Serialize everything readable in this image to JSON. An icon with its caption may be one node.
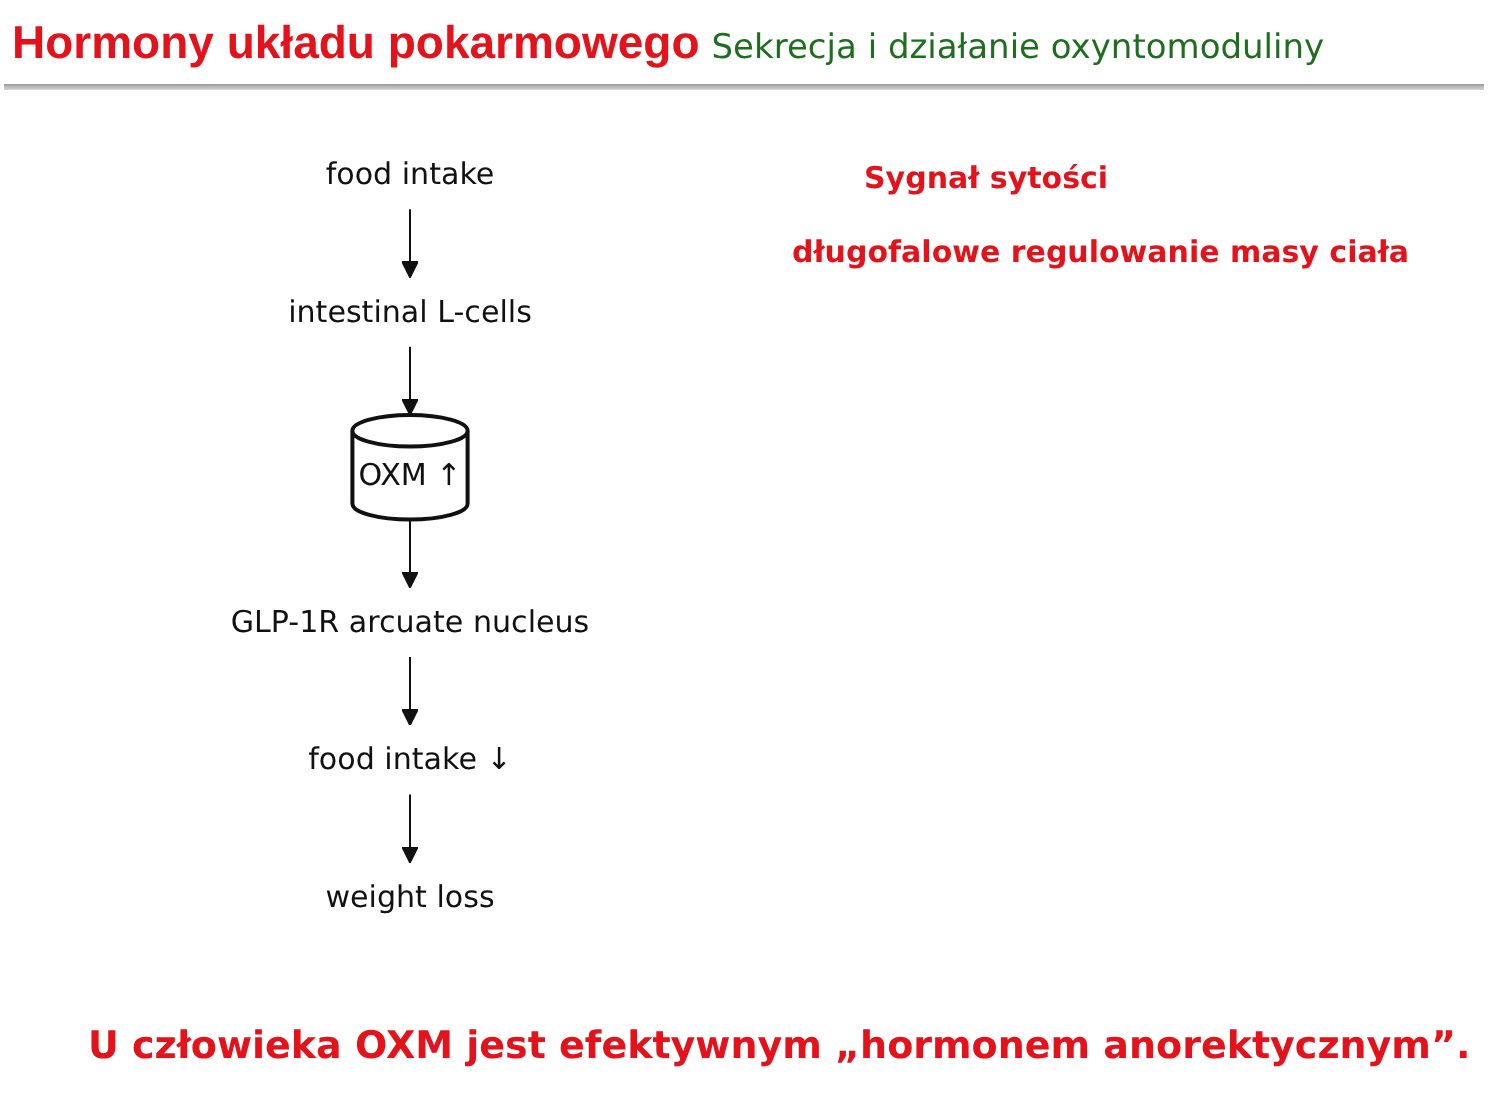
{
  "diagram": {
    "title": "Hormony układu pokarmowego",
    "caption": "U człowieka OXM jest efektywnym „hormonem anorektycznym”.",
    "nodes": [
      {
        "text": [
          "food intake"
        ]
      },
      {
        "text": [
          "intestinal L-cells"
        ]
      },
      {
        "text": [
          "OXM ↑"
        ]
      },
      {
        "text": [
          "GLP-1R arcuate nucleus"
        ]
      },
      {
        "text": [
          "food intake ↓"
        ]
      },
      {
        "text": [
          "weight loss"
        ]
      }
    ],
    "edges": [
      {
        "from": 0,
        "to": 1,
        "arrow": "to"
      },
      {
        "from": 1,
        "to": 2,
        "arrow": "to"
      },
      {
        "from": 2,
        "to": 3,
        "arrow": "to"
      },
      {
        "from": 3,
        "to": 4,
        "arrow": "to"
      },
      {
        "from": 4,
        "to": 5,
        "arrow": "to"
      }
    ],
    "labels": [
      "Sekrecja i działanie oxyntomoduliny",
      "Sygnał sytości",
      "długofalowe regulowanie masy ciała"
    ]
  }
}
